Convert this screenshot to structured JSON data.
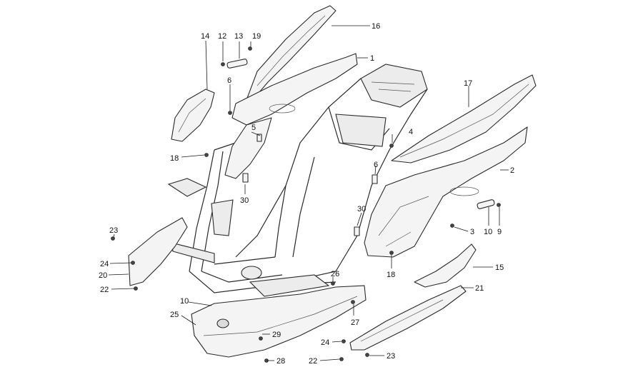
{
  "labels": [
    "16",
    "1",
    "14",
    "12",
    "13",
    "19",
    "6",
    "5",
    "18",
    "30",
    "4",
    "17",
    "6",
    "2",
    "30",
    "3",
    "10",
    "9",
    "23",
    "24",
    "20",
    "22",
    "18",
    "15",
    "26",
    "10",
    "21",
    "25",
    "27",
    "29",
    "24",
    "28",
    "22",
    "23"
  ],
  "colors": {
    "stroke": "#2a2a2a",
    "fill": "#f4f4f4",
    "background": "#ffffff"
  }
}
